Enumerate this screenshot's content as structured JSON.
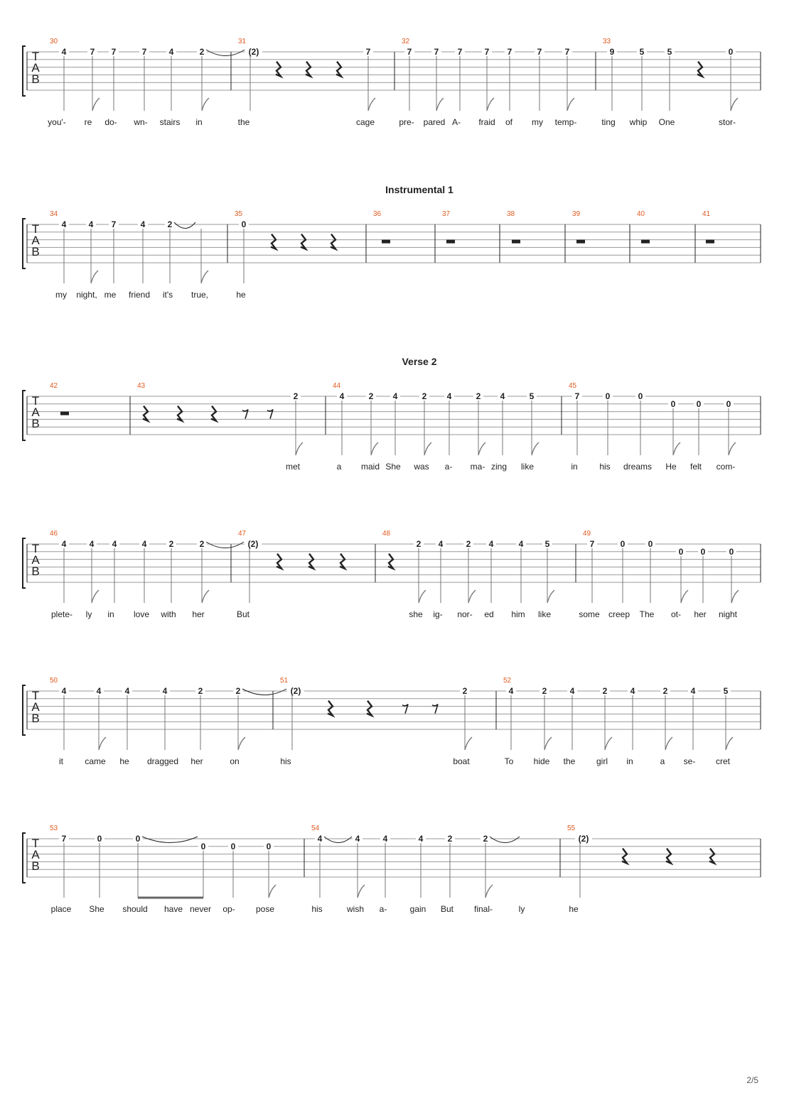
{
  "page": {
    "number": "2/5"
  },
  "colors": {
    "measure_number": "#e05a1e",
    "ink": "#222222",
    "staff_line": "#999999"
  },
  "systems": [
    {
      "section": "",
      "measures": [
        {
          "number": "30",
          "notes": [
            {
              "fret": "4",
              "string": 1,
              "stem": "q"
            },
            {
              "fret": "7",
              "string": 1,
              "stem": "e"
            },
            {
              "fret": "7",
              "string": 1,
              "stem": "q"
            },
            {
              "fret": "7",
              "string": 1,
              "stem": "q"
            },
            {
              "fret": "4",
              "string": 1,
              "stem": "q"
            },
            {
              "fret": "2",
              "string": 1,
              "stem": "e",
              "tie": true
            }
          ]
        },
        {
          "number": "31",
          "notes": [
            {
              "fret": "(2)",
              "string": 1,
              "stem": "q"
            },
            {
              "rest": "q"
            },
            {
              "rest": "q"
            },
            {
              "rest": "q"
            },
            {
              "fret": "7",
              "string": 1,
              "stem": "e"
            }
          ]
        },
        {
          "number": "32",
          "notes": [
            {
              "fret": "7",
              "string": 1,
              "stem": "q"
            },
            {
              "fret": "7",
              "string": 1,
              "stem": "e"
            },
            {
              "fret": "7",
              "string": 1,
              "stem": "q"
            },
            {
              "fret": "7",
              "string": 1,
              "stem": "e"
            },
            {
              "fret": "7",
              "string": 1,
              "stem": "q"
            },
            {
              "fret": "7",
              "string": 1,
              "stem": "q"
            },
            {
              "fret": "7",
              "string": 1,
              "stem": "e"
            }
          ]
        },
        {
          "number": "33",
          "notes": [
            {
              "fret": "9",
              "string": 1,
              "stem": "q"
            },
            {
              "fret": "5",
              "string": 1,
              "stem": "q"
            },
            {
              "fret": "5",
              "string": 1,
              "stem": "q"
            },
            {
              "rest": "q"
            },
            {
              "fret": "0",
              "string": 1,
              "stem": "e"
            }
          ]
        }
      ],
      "lyrics": [
        "you'-",
        "re",
        "do-",
        "wn-",
        "stairs",
        "in",
        "the",
        "cage",
        "pre-",
        "pared",
        "A-",
        "fraid",
        "of",
        "my",
        "temp-",
        "ting",
        "whip",
        "One",
        "stor-"
      ]
    },
    {
      "section": "Instrumental 1",
      "measures": [
        {
          "number": "34",
          "notes": [
            {
              "fret": "4",
              "string": 1,
              "stem": "q"
            },
            {
              "fret": "4",
              "string": 1,
              "stem": "e"
            },
            {
              "fret": "7",
              "string": 1,
              "stem": "q"
            },
            {
              "fret": "4",
              "string": 1,
              "stem": "q"
            },
            {
              "fret": "2",
              "string": 1,
              "stem": "q",
              "tie": true
            },
            {
              "fret": "",
              "string": 1,
              "stem": "e"
            }
          ]
        },
        {
          "number": "35",
          "notes": [
            {
              "fret": "0",
              "string": 1,
              "stem": "q"
            },
            {
              "rest": "q"
            },
            {
              "rest": "q"
            },
            {
              "rest": "q"
            }
          ]
        },
        {
          "number": "36",
          "notes": [
            {
              "rest": "w"
            }
          ]
        },
        {
          "number": "37",
          "notes": [
            {
              "rest": "w"
            }
          ]
        },
        {
          "number": "38",
          "notes": [
            {
              "rest": "w"
            }
          ]
        },
        {
          "number": "39",
          "notes": [
            {
              "rest": "w"
            }
          ]
        },
        {
          "number": "40",
          "notes": [
            {
              "rest": "w"
            }
          ]
        },
        {
          "number": "41",
          "notes": [
            {
              "rest": "w"
            }
          ]
        }
      ],
      "lyrics": [
        "my",
        "night,",
        "me",
        "friend",
        "it's",
        "true,",
        "he"
      ]
    },
    {
      "section": "Verse 2",
      "measures": [
        {
          "number": "42",
          "notes": [
            {
              "rest": "w"
            }
          ]
        },
        {
          "number": "43",
          "notes": [
            {
              "rest": "q"
            },
            {
              "rest": "q"
            },
            {
              "rest": "q"
            },
            {
              "rest": "e"
            },
            {
              "rest": "e"
            },
            {
              "fret": "2",
              "string": 1,
              "stem": "e"
            }
          ]
        },
        {
          "number": "44",
          "notes": [
            {
              "fret": "4",
              "string": 1,
              "stem": "q"
            },
            {
              "fret": "2",
              "string": 1,
              "stem": "e"
            },
            {
              "fret": "4",
              "string": 1,
              "stem": "q"
            },
            {
              "fret": "2",
              "string": 1,
              "stem": "e"
            },
            {
              "fret": "4",
              "string": 1,
              "stem": "q"
            },
            {
              "fret": "2",
              "string": 1,
              "stem": "e"
            },
            {
              "fret": "4",
              "string": 1,
              "stem": "q"
            },
            {
              "fret": "5",
              "string": 1,
              "stem": "e"
            }
          ]
        },
        {
          "number": "45",
          "notes": [
            {
              "fret": "7",
              "string": 1,
              "stem": "q"
            },
            {
              "fret": "0",
              "string": 1,
              "stem": "q"
            },
            {
              "fret": "0",
              "string": 1,
              "stem": "q"
            },
            {
              "fret": "0",
              "string": 2,
              "stem": "e"
            },
            {
              "fret": "0",
              "string": 2,
              "stem": "q"
            },
            {
              "fret": "0",
              "string": 2,
              "stem": "e"
            }
          ]
        }
      ],
      "lyrics": [
        "met",
        "a",
        "maid",
        "She",
        "was",
        "a-",
        "ma-",
        "zing",
        "like",
        "in",
        "his",
        "dreams",
        "He",
        "felt",
        "com-"
      ]
    },
    {
      "section": "",
      "measures": [
        {
          "number": "46",
          "notes": [
            {
              "fret": "4",
              "string": 1,
              "stem": "q"
            },
            {
              "fret": "4",
              "string": 1,
              "stem": "e"
            },
            {
              "fret": "4",
              "string": 1,
              "stem": "q"
            },
            {
              "fret": "4",
              "string": 1,
              "stem": "q"
            },
            {
              "fret": "2",
              "string": 1,
              "stem": "q"
            },
            {
              "fret": "2",
              "string": 1,
              "stem": "e",
              "tie": true
            }
          ]
        },
        {
          "number": "47",
          "notes": [
            {
              "fret": "(2)",
              "string": 1,
              "stem": "q"
            },
            {
              "rest": "q"
            },
            {
              "rest": "q"
            },
            {
              "rest": "q"
            }
          ]
        },
        {
          "number": "48",
          "notes": [
            {
              "rest": "q"
            },
            {
              "fret": "2",
              "string": 1,
              "stem": "e"
            },
            {
              "fret": "4",
              "string": 1,
              "stem": "q"
            },
            {
              "fret": "2",
              "string": 1,
              "stem": "e"
            },
            {
              "fret": "4",
              "string": 1,
              "stem": "q"
            },
            {
              "fret": "4",
              "string": 1,
              "stem": "q"
            },
            {
              "fret": "5",
              "string": 1,
              "stem": "e"
            }
          ]
        },
        {
          "number": "49",
          "notes": [
            {
              "fret": "7",
              "string": 1,
              "stem": "q"
            },
            {
              "fret": "0",
              "string": 1,
              "stem": "q"
            },
            {
              "fret": "0",
              "string": 1,
              "stem": "q"
            },
            {
              "fret": "0",
              "string": 2,
              "stem": "e"
            },
            {
              "fret": "0",
              "string": 2,
              "stem": "q"
            },
            {
              "fret": "0",
              "string": 2,
              "stem": "e"
            }
          ]
        }
      ],
      "lyrics": [
        "plete-",
        "ly",
        "in",
        "love",
        "with",
        "her",
        "But",
        "she",
        "ig-",
        "nor-",
        "ed",
        "him",
        "like",
        "some",
        "creep",
        "The",
        "ot-",
        "her",
        "night"
      ]
    },
    {
      "section": "",
      "measures": [
        {
          "number": "50",
          "notes": [
            {
              "fret": "4",
              "string": 1,
              "stem": "q"
            },
            {
              "fret": "4",
              "string": 1,
              "stem": "e"
            },
            {
              "fret": "4",
              "string": 1,
              "stem": "q"
            },
            {
              "fret": "4",
              "string": 1,
              "stem": "q"
            },
            {
              "fret": "2",
              "string": 1,
              "stem": "q"
            },
            {
              "fret": "2",
              "string": 1,
              "stem": "e",
              "tie": true
            }
          ]
        },
        {
          "number": "51",
          "notes": [
            {
              "fret": "(2)",
              "string": 1,
              "stem": "q"
            },
            {
              "rest": "q"
            },
            {
              "rest": "q"
            },
            {
              "rest": "e"
            },
            {
              "rest": "e"
            },
            {
              "fret": "2",
              "string": 1,
              "stem": "e"
            }
          ]
        },
        {
          "number": "52",
          "notes": [
            {
              "fret": "4",
              "string": 1,
              "stem": "q"
            },
            {
              "fret": "2",
              "string": 1,
              "stem": "e"
            },
            {
              "fret": "4",
              "string": 1,
              "stem": "q"
            },
            {
              "fret": "2",
              "string": 1,
              "stem": "e"
            },
            {
              "fret": "4",
              "string": 1,
              "stem": "q"
            },
            {
              "fret": "2",
              "string": 1,
              "stem": "e"
            },
            {
              "fret": "4",
              "string": 1,
              "stem": "q"
            },
            {
              "fret": "5",
              "string": 1,
              "stem": "e"
            }
          ]
        }
      ],
      "lyrics": [
        "it",
        "came",
        "he",
        "dragged",
        "her",
        "on",
        "his",
        "boat",
        "To",
        "hide",
        "the",
        "girl",
        "in",
        "a",
        "se-",
        "cret"
      ]
    },
    {
      "section": "",
      "measures": [
        {
          "number": "53",
          "notes": [
            {
              "fret": "7",
              "string": 1,
              "stem": "q"
            },
            {
              "fret": "0",
              "string": 1,
              "stem": "q"
            },
            {
              "fret": "0",
              "string": 1,
              "stem": "q",
              "tie": true
            },
            {
              "fret": "0",
              "string": 2,
              "stem": "beam"
            },
            {
              "fret": "0",
              "string": 2,
              "stem": "q"
            },
            {
              "fret": "0",
              "string": 2,
              "stem": "e"
            }
          ]
        },
        {
          "number": "54",
          "notes": [
            {
              "fret": "4",
              "string": 1,
              "stem": "q",
              "tie": true
            },
            {
              "fret": "4",
              "string": 1,
              "stem": "e"
            },
            {
              "fret": "4",
              "string": 1,
              "stem": "q"
            },
            {
              "fret": "4",
              "string": 1,
              "stem": "q"
            },
            {
              "fret": "2",
              "string": 1,
              "stem": "q"
            },
            {
              "fret": "2",
              "string": 1,
              "stem": "e",
              "tie": true
            }
          ]
        },
        {
          "number": "55",
          "notes": [
            {
              "fret": "(2)",
              "string": 1,
              "stem": "q"
            },
            {
              "rest": "q"
            },
            {
              "rest": "q"
            },
            {
              "rest": "q"
            }
          ]
        }
      ],
      "lyrics": [
        "place",
        "She",
        "should",
        "have",
        "never",
        "op-",
        "pose",
        "his",
        "wish",
        "a-",
        "gain",
        "But",
        "final-",
        "ly",
        "he"
      ]
    }
  ]
}
